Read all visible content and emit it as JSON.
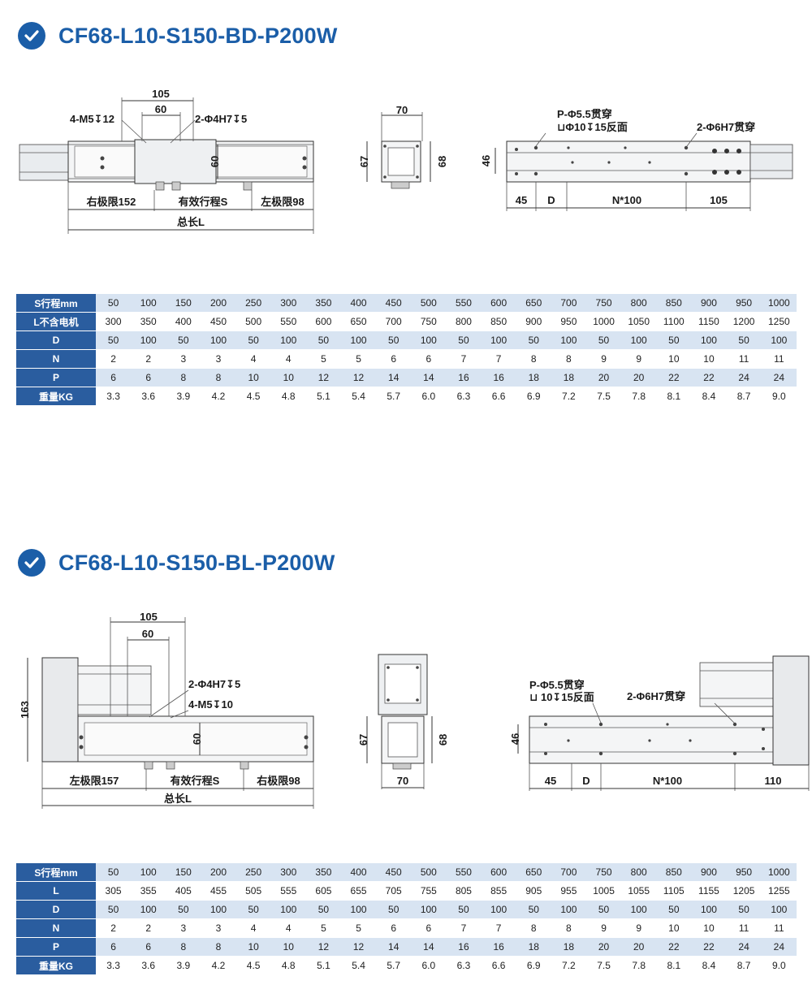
{
  "section1": {
    "title": "CF68-L10-S150-BD-P200W",
    "side_view": {
      "dim_105": "105",
      "dim_60": "60",
      "dim_60v": "60",
      "label_m5": "4-M5↧12",
      "label_h7": "2-Φ4H7↧5",
      "right_limit": "右极限152",
      "stroke": "有效行程S",
      "left_limit": "左极限98",
      "total": "总长L"
    },
    "end_view": {
      "dim_70": "70",
      "dim_67": "67",
      "dim_68": "68"
    },
    "top_view": {
      "label_p": "P-Φ5.5贯穿",
      "label_cb": "⊔Φ10↧15反面",
      "label_h7": "2-Φ6H7贯穿",
      "dim_46": "46",
      "dim_45": "45",
      "dim_d": "D",
      "dim_n": "N*100",
      "dim_105": "105"
    },
    "table": {
      "headers": [
        "S行程mm",
        "L不含电机",
        "D",
        "N",
        "P",
        "重量KG"
      ],
      "rows": [
        [
          "50",
          "100",
          "150",
          "200",
          "250",
          "300",
          "350",
          "400",
          "450",
          "500",
          "550",
          "600",
          "650",
          "700",
          "750",
          "800",
          "850",
          "900",
          "950",
          "1000"
        ],
        [
          "300",
          "350",
          "400",
          "450",
          "500",
          "550",
          "600",
          "650",
          "700",
          "750",
          "800",
          "850",
          "900",
          "950",
          "1000",
          "1050",
          "1100",
          "1150",
          "1200",
          "1250"
        ],
        [
          "50",
          "100",
          "50",
          "100",
          "50",
          "100",
          "50",
          "100",
          "50",
          "100",
          "50",
          "100",
          "50",
          "100",
          "50",
          "100",
          "50",
          "100",
          "50",
          "100"
        ],
        [
          "2",
          "2",
          "3",
          "3",
          "4",
          "4",
          "5",
          "5",
          "6",
          "6",
          "7",
          "7",
          "8",
          "8",
          "9",
          "9",
          "10",
          "10",
          "11",
          "11"
        ],
        [
          "6",
          "6",
          "8",
          "8",
          "10",
          "10",
          "12",
          "12",
          "14",
          "14",
          "16",
          "16",
          "18",
          "18",
          "20",
          "20",
          "22",
          "22",
          "24",
          "24"
        ],
        [
          "3.3",
          "3.6",
          "3.9",
          "4.2",
          "4.5",
          "4.8",
          "5.1",
          "5.4",
          "5.7",
          "6.0",
          "6.3",
          "6.6",
          "6.9",
          "7.2",
          "7.5",
          "7.8",
          "8.1",
          "8.4",
          "8.7",
          "9.0"
        ]
      ]
    }
  },
  "section2": {
    "title": "CF68-L10-S150-BL-P200W",
    "side_view": {
      "dim_105": "105",
      "dim_60": "60",
      "dim_60v": "60",
      "dim_163": "163",
      "label_h7": "2-Φ4H7↧5",
      "label_m5": "4-M5↧10",
      "left_limit": "左极限157",
      "stroke": "有效行程S",
      "right_limit": "右极限98",
      "total": "总长L"
    },
    "end_view": {
      "dim_70": "70",
      "dim_67": "67",
      "dim_68": "68"
    },
    "top_view": {
      "label_p": "P-Φ5.5贯穿",
      "label_cb": "⊔ 10↧15反面",
      "label_h7": "2-Φ6H7贯穿",
      "dim_46": "46",
      "dim_45": "45",
      "dim_d": "D",
      "dim_n": "N*100",
      "dim_110": "110"
    },
    "table": {
      "headers": [
        "S行程mm",
        "L",
        "D",
        "N",
        "P",
        "重量KG"
      ],
      "rows": [
        [
          "50",
          "100",
          "150",
          "200",
          "250",
          "300",
          "350",
          "400",
          "450",
          "500",
          "550",
          "600",
          "650",
          "700",
          "750",
          "800",
          "850",
          "900",
          "950",
          "1000"
        ],
        [
          "305",
          "355",
          "405",
          "455",
          "505",
          "555",
          "605",
          "655",
          "705",
          "755",
          "805",
          "855",
          "905",
          "955",
          "1005",
          "1055",
          "1105",
          "1155",
          "1205",
          "1255"
        ],
        [
          "50",
          "100",
          "50",
          "100",
          "50",
          "100",
          "50",
          "100",
          "50",
          "100",
          "50",
          "100",
          "50",
          "100",
          "50",
          "100",
          "50",
          "100",
          "50",
          "100"
        ],
        [
          "2",
          "2",
          "3",
          "3",
          "4",
          "4",
          "5",
          "5",
          "6",
          "6",
          "7",
          "7",
          "8",
          "8",
          "9",
          "9",
          "10",
          "10",
          "11",
          "11"
        ],
        [
          "6",
          "6",
          "8",
          "8",
          "10",
          "10",
          "12",
          "12",
          "14",
          "14",
          "16",
          "16",
          "18",
          "18",
          "20",
          "20",
          "22",
          "22",
          "24",
          "24"
        ],
        [
          "3.3",
          "3.6",
          "3.9",
          "4.2",
          "4.5",
          "4.8",
          "5.1",
          "5.4",
          "5.7",
          "6.0",
          "6.3",
          "6.6",
          "6.9",
          "7.2",
          "7.5",
          "7.8",
          "8.1",
          "8.4",
          "8.7",
          "9.0"
        ]
      ]
    }
  },
  "colors": {
    "brand": "#1b5ea8",
    "table_header": "#2a5d9f",
    "table_stripe": "#d8e4f2"
  },
  "icons": {
    "title_icon": "check-circle-icon"
  }
}
